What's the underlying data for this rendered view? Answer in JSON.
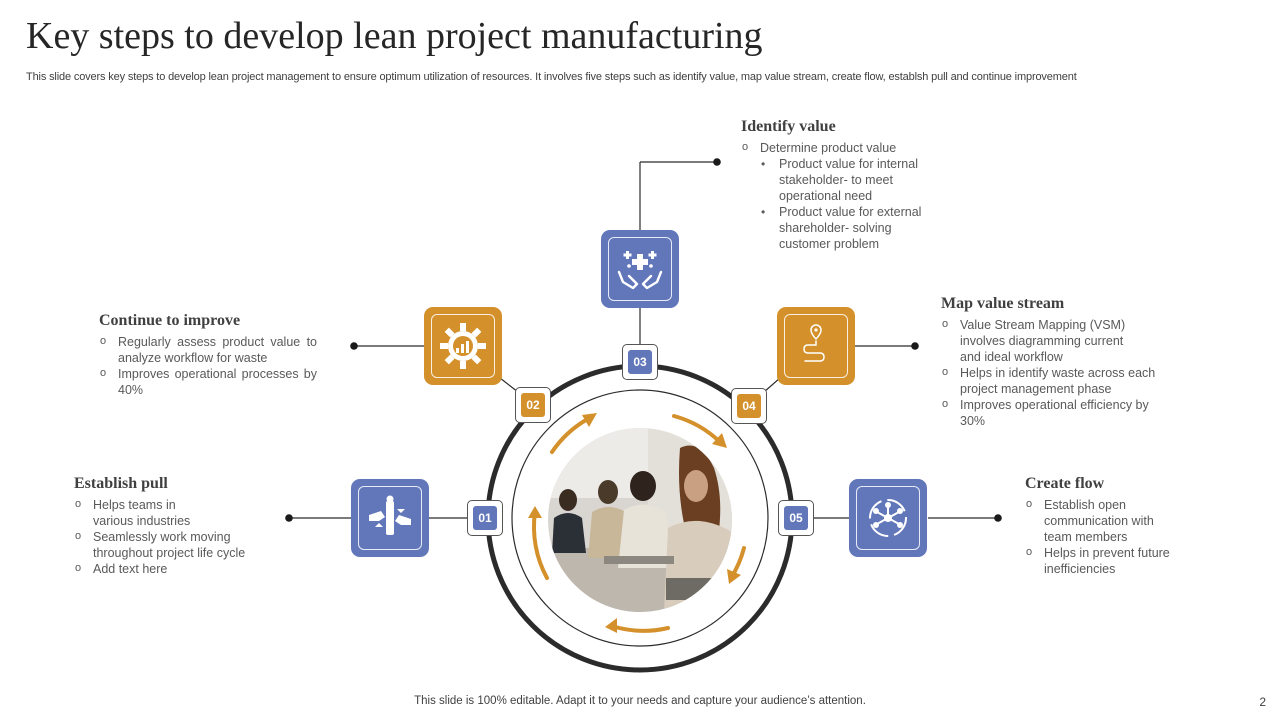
{
  "title": "Key steps to develop lean project manufacturing",
  "subtitle": "This slide covers key steps to develop lean project management to ensure optimum utilization of resources. It involves five  steps such as identify value,  map value stream, create flow,  establsh pull and continue improvement",
  "footer": "This slide is 100% editable. Adapt it to your needs and capture your audience’s attention.",
  "page_number": "2",
  "colors": {
    "blue": "#6277ba",
    "orange": "#d4902a",
    "ring": "#2b2b2b"
  },
  "steps": [
    {
      "number": "01",
      "heading": "Establish pull",
      "icon": "puzzle-hands-icon",
      "color": "blue",
      "bullets": [
        "Helps teams in various industries",
        "Seamlessly work moving throughout  project life cycle",
        "Add text here"
      ]
    },
    {
      "number": "02",
      "heading": "Continue to improve",
      "icon": "gear-chart-icon",
      "color": "orange",
      "bullets": [
        "Regularly  assess product value  to analyze workflow  for waste",
        " Improves  operational  processes by 40%"
      ]
    },
    {
      "number": "03",
      "heading": "Identify value",
      "icon": "hands-sparkle-icon",
      "color": "blue",
      "bullets": [
        "Determine  product value"
      ],
      "sub_bullets": [
        "Product value  for internal stakeholder-  to meet operational  need",
        "Product value  for external shareholder-  solving customer problem"
      ]
    },
    {
      "number": "04",
      "heading": "Map value stream",
      "icon": "route-map-icon",
      "color": "orange",
      "bullets": [
        "Value Stream Mapping (VSM) involves  diagramming  current and ideal workflow",
        "Helps in identify waste across each project  management  phase",
        "Improves  operational  efficiency by 30%"
      ]
    },
    {
      "number": "05",
      "heading": "Create flow",
      "icon": "network-flow-icon",
      "color": "blue",
      "bullets": [
        "Establish open communication with team members",
        "Helps in prevent future inefficiencies"
      ]
    }
  ],
  "center_image": "team-working-photo"
}
